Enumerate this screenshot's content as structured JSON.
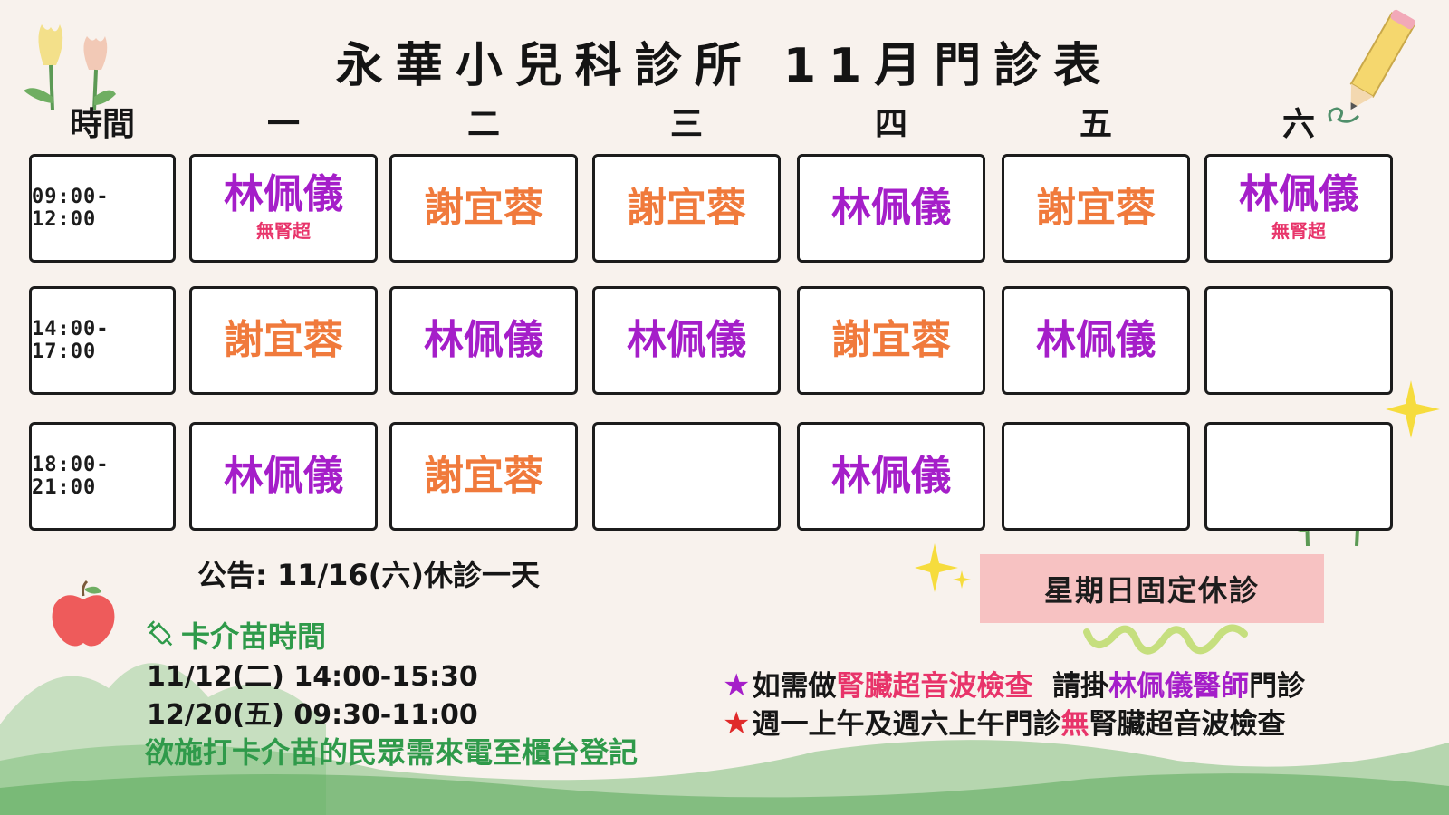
{
  "title": "永華小兒科診所  11月門診表",
  "header": {
    "time_label": "時間",
    "days": [
      "一",
      "二",
      "三",
      "四",
      "五",
      "六"
    ]
  },
  "schedule": [
    {
      "time": "09:00-12:00",
      "cells": [
        {
          "doctor": "林佩儀",
          "color": "purple",
          "note": "無腎超"
        },
        {
          "doctor": "謝宜蓉",
          "color": "orange",
          "note": ""
        },
        {
          "doctor": "謝宜蓉",
          "color": "orange",
          "note": ""
        },
        {
          "doctor": "林佩儀",
          "color": "purple",
          "note": ""
        },
        {
          "doctor": "謝宜蓉",
          "color": "orange",
          "note": ""
        },
        {
          "doctor": "林佩儀",
          "color": "purple",
          "note": "無腎超"
        }
      ]
    },
    {
      "time": "14:00-17:00",
      "cells": [
        {
          "doctor": "謝宜蓉",
          "color": "orange",
          "note": ""
        },
        {
          "doctor": "林佩儀",
          "color": "purple",
          "note": ""
        },
        {
          "doctor": "林佩儀",
          "color": "purple",
          "note": ""
        },
        {
          "doctor": "謝宜蓉",
          "color": "orange",
          "note": ""
        },
        {
          "doctor": "林佩儀",
          "color": "purple",
          "note": ""
        },
        {
          "doctor": "",
          "color": "",
          "note": ""
        }
      ]
    },
    {
      "time": "18:00-21:00",
      "cells": [
        {
          "doctor": "林佩儀",
          "color": "purple",
          "note": ""
        },
        {
          "doctor": "謝宜蓉",
          "color": "orange",
          "note": ""
        },
        {
          "doctor": "",
          "color": "",
          "note": ""
        },
        {
          "doctor": "林佩儀",
          "color": "purple",
          "note": ""
        },
        {
          "doctor": "",
          "color": "",
          "note": ""
        },
        {
          "doctor": "",
          "color": "",
          "note": ""
        }
      ]
    }
  ],
  "notice": "公告: 11/16(六)休診一天",
  "vaccine": {
    "icon": "syringe-icon",
    "title": "卡介苗時間",
    "times": [
      "11/12(二) 14:00-15:30",
      "12/20(五) 09:30-11:00"
    ],
    "note": "欲施打卡介苗的民眾需來電至櫃台登記"
  },
  "sunday_notice": "星期日固定休診",
  "notes": [
    {
      "star": "★",
      "star_color": "#a51ec9",
      "parts": [
        {
          "text": "如需做",
          "color": "plain"
        },
        {
          "text": "腎臟超音波檢查",
          "color": "red"
        },
        {
          "text": "  請掛",
          "color": "plain"
        },
        {
          "text": "林佩儀醫師",
          "color": "purple"
        },
        {
          "text": "門診",
          "color": "plain"
        }
      ]
    },
    {
      "star": "★",
      "star_color": "#e02a2a",
      "parts": [
        {
          "text": "週一上午及週六上午門診",
          "color": "plain"
        },
        {
          "text": "無",
          "color": "red"
        },
        {
          "text": "腎臟超音波檢查",
          "color": "plain"
        }
      ]
    }
  ],
  "colors": {
    "purple": "#a51ec9",
    "orange": "#f07a3c",
    "red": "#e8346a",
    "green": "#2f9a4a",
    "background": "#f8f2ed"
  }
}
